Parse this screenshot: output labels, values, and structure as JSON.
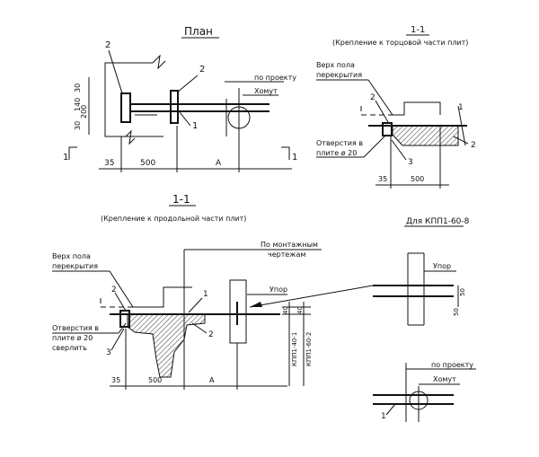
{
  "plan": {
    "title": "План",
    "callout_2a": "2",
    "callout_2b": "2",
    "callout_1": "1",
    "dim_200": "200",
    "dim_140": "140",
    "dim_30a": "30",
    "dim_30b": "30",
    "dim_35": "35",
    "dim_500": "500",
    "dim_A": "А",
    "label_po_proektu": "по проекту",
    "label_homut": "Хомут",
    "section_left": "1",
    "section_right": "1"
  },
  "section_end": {
    "title": "1-1",
    "subtitle": "(Крепление к торцовой части плит)",
    "label_top_floor_1": "Верх пола",
    "label_top_floor_2": "перекрытия",
    "label_holes_1": "Отверстия в",
    "label_holes_2": "плите ø 20",
    "callout_2a": "2",
    "callout_2b": "2",
    "callout_1": "1",
    "callout_3": "3",
    "dim_35": "35",
    "dim_500": "500"
  },
  "section_long": {
    "title": "1-1",
    "subtitle": "(Крепление к продольной части плит)",
    "label_top_floor_1": "Верх пола",
    "label_top_floor_2": "перекрытия",
    "label_mount_1": "По монтажным",
    "label_mount_2": "чертежам",
    "label_upor": "Упор",
    "label_holes_1": "Отверстия в",
    "label_holes_2": "плите ø 20",
    "label_holes_3": "сверлить",
    "callout_2a": "2",
    "callout_2b": "2",
    "callout_1": "1",
    "callout_3": "3",
    "dim_35": "35",
    "dim_500": "500",
    "dim_A": "А",
    "dim_side_a": "40",
    "dim_side_b": "40",
    "label_kpp1": "КПП1-40-1",
    "label_kpp2": "КПП1-60-2"
  },
  "detail_kpp": {
    "title": "Для КПП1-60-8",
    "label_upor": "Упор",
    "dim_50a": "50",
    "dim_50b": "50"
  },
  "detail_homut": {
    "label_po_proektu": "по проекту",
    "label_homut": "Хомут",
    "callout_1": "1"
  }
}
